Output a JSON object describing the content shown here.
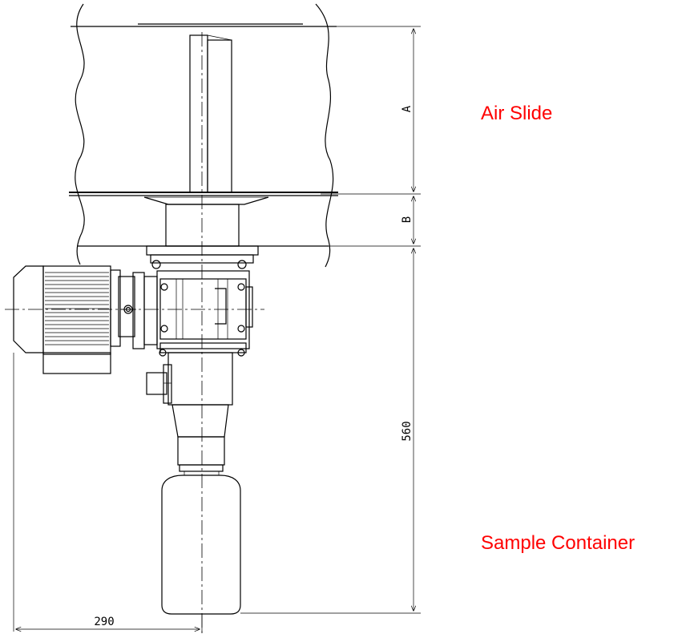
{
  "callouts": {
    "air_slide": "Air Slide",
    "sample_container": "Sample Container"
  },
  "dimensions": {
    "a": "A",
    "b": "B",
    "height": "560",
    "width": "290"
  },
  "colors": {
    "callout": "#ff0000",
    "line": "#000000"
  }
}
